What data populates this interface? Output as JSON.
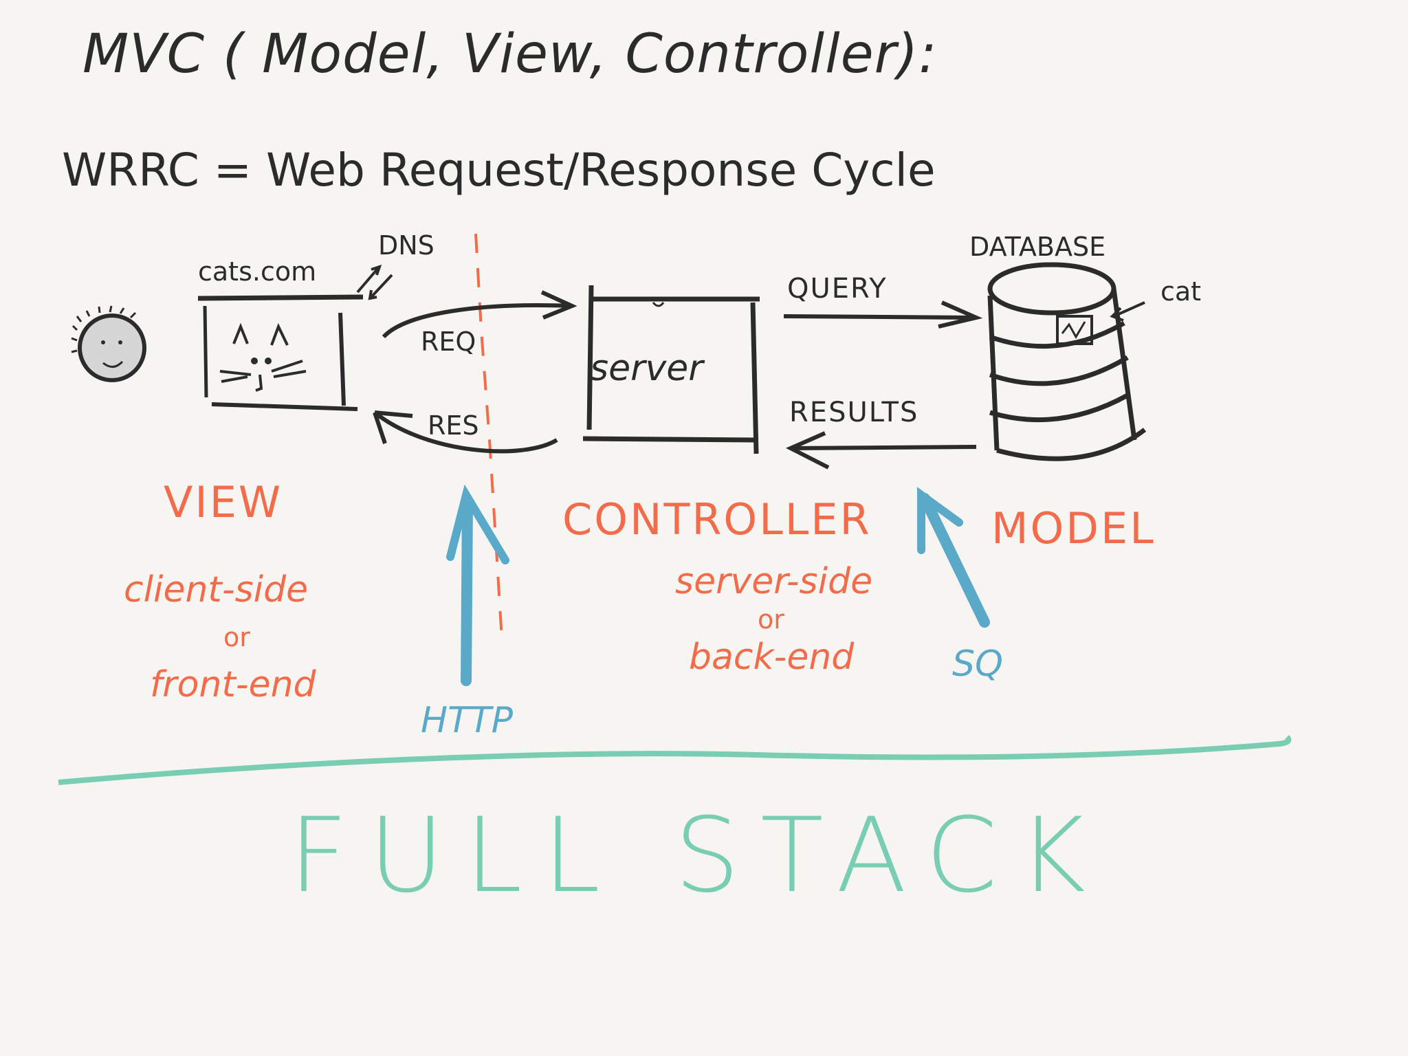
{
  "title": "MVC ( Model, View, Controller):",
  "wrrc": "WRRC = Web Request/Response Cycle",
  "labels": {
    "site": "cats.com",
    "dns": "DNS",
    "req": "REQ",
    "res": "RES",
    "server": "server",
    "query": "QUERY",
    "results": "RESULTS",
    "database": "DATABASE",
    "cat": "cat"
  },
  "sections": {
    "view": "VIEW",
    "view_desc1": "client-side",
    "view_or": "or",
    "view_desc2": "front-end",
    "controller": "CONTROLLER",
    "controller_desc1": "server-side",
    "controller_or": "or",
    "controller_desc2": "back-end",
    "model": "MODEL"
  },
  "protocols": {
    "http": "HTTP",
    "sq": "SQ"
  },
  "footer": "FULL STACK",
  "colors": {
    "ink": "#2b2b2b",
    "orange": "#f26b4a",
    "blue": "#5aa9c9",
    "green": "#78cdb2"
  }
}
